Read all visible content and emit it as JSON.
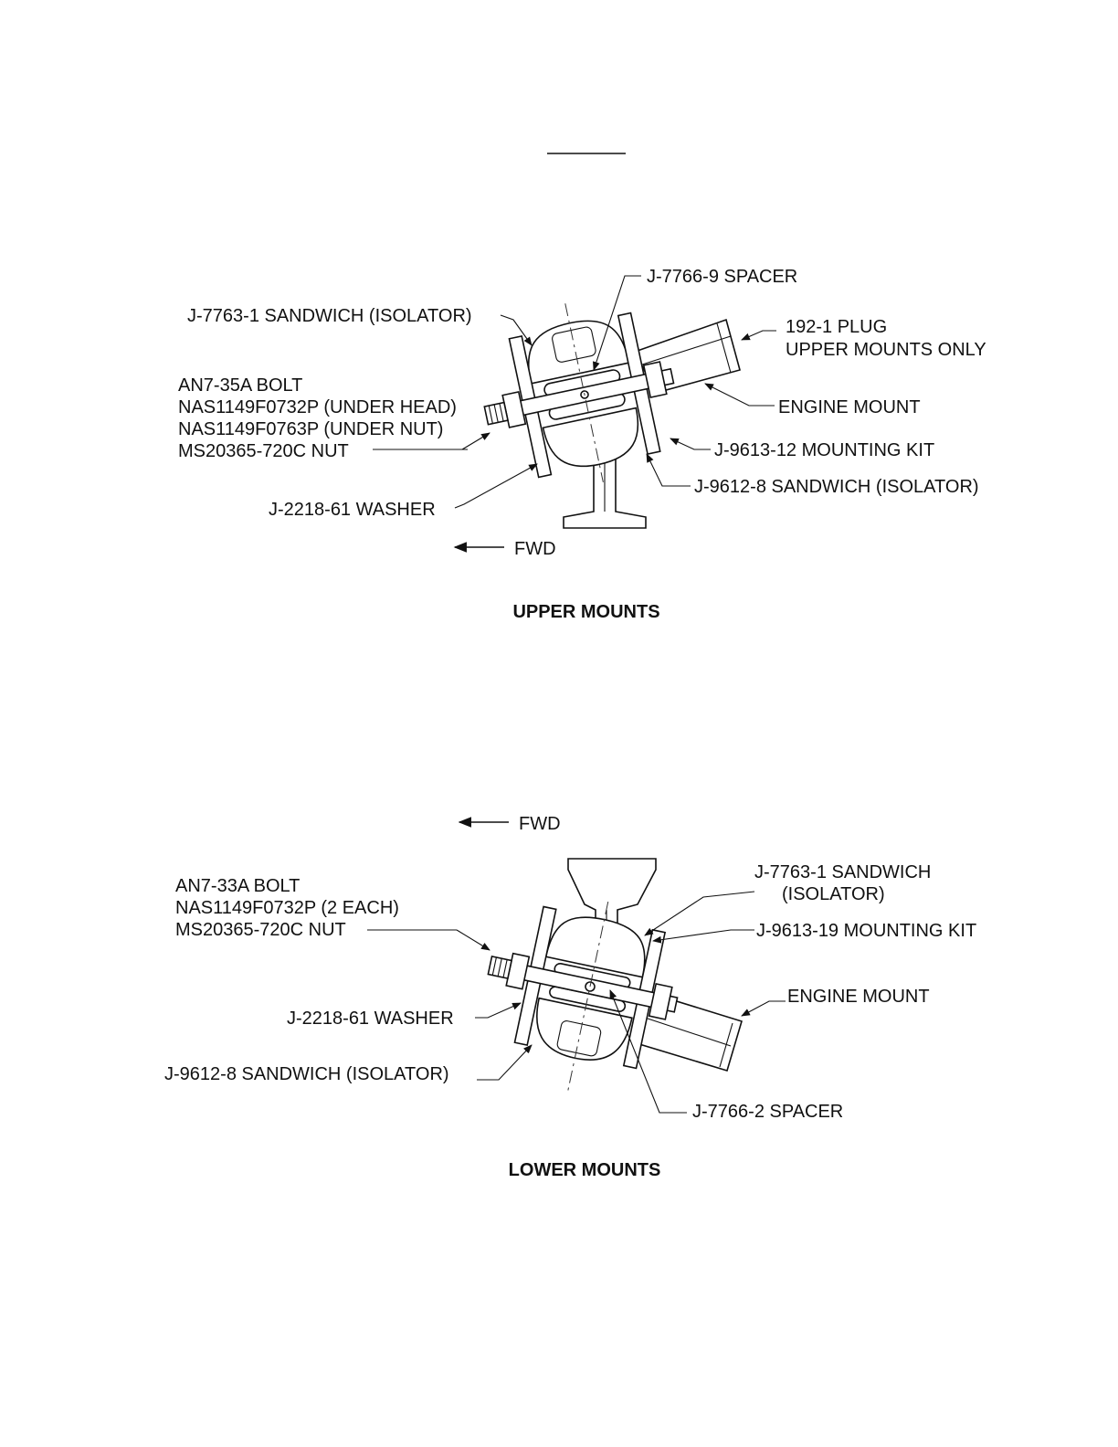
{
  "upper": {
    "caption": "UPPER MOUNTS",
    "fwd": "FWD",
    "labels": {
      "spacer": "J-7766-9 SPACER",
      "sandwich_top": "J-7763-1 SANDWICH (ISOLATOR)",
      "plug_1": "192-1 PLUG",
      "plug_2": "UPPER MOUNTS ONLY",
      "bolt": "AN7-35A BOLT",
      "washer_head": "NAS1149F0732P (UNDER HEAD)",
      "washer_nut": "NAS1149F0763P (UNDER NUT)",
      "nut": "MS20365-720C NUT",
      "engine_mount": "ENGINE MOUNT",
      "mounting_kit": "J-9613-12 MOUNTING KIT",
      "sandwich_bottom": "J-9612-8 SANDWICH (ISOLATOR)",
      "washer": "J-2218-61 WASHER"
    }
  },
  "lower": {
    "caption": "LOWER MOUNTS",
    "fwd": "FWD",
    "labels": {
      "bolt": "AN7-33A BOLT",
      "washers": "NAS1149F0732P (2 EACH)",
      "nut": "MS20365-720C NUT",
      "sandwich_top_1": "J-7763-1 SANDWICH",
      "sandwich_top_2": "(ISOLATOR)",
      "mounting_kit": "J-9613-19 MOUNTING KIT",
      "engine_mount": "ENGINE MOUNT",
      "washer": "J-2218-61 WASHER",
      "sandwich_bottom": "J-9612-8 SANDWICH (ISOLATOR)",
      "spacer": "J-7766-2 SPACER"
    }
  }
}
